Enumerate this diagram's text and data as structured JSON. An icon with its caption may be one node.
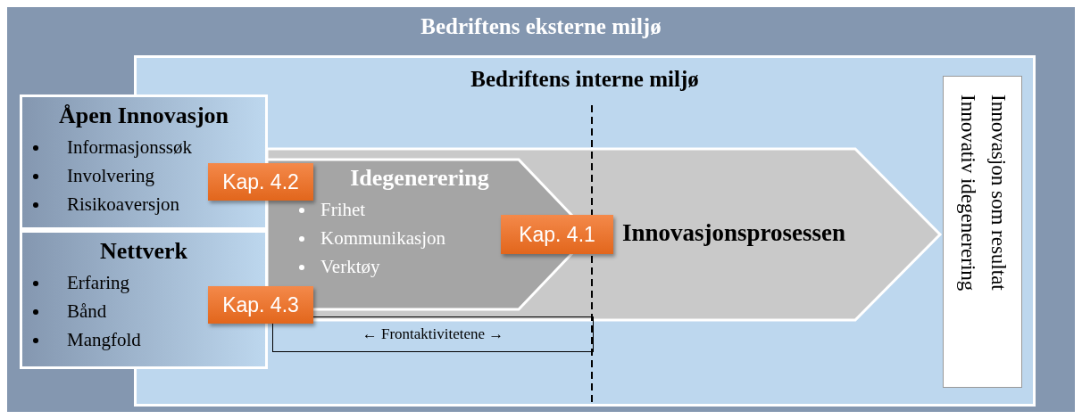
{
  "diagram": {
    "nodes": [
      {
        "text": [
          "Bedriftens eksterne miljø"
        ]
      },
      {
        "text": [
          "Bedriftens interne miljø"
        ],
        "in": 0
      },
      {
        "text": [
          "Åpen Innovasjon",
          "Informasjonssøk",
          "Involvering",
          "Risikoaversjon"
        ],
        "in": 0
      },
      {
        "text": [
          "Nettverk",
          "Erfaring",
          "Bånd",
          "Mangfold"
        ],
        "in": 0
      },
      {
        "text": [
          "Innovasjonsprosessen"
        ],
        "in": 1
      },
      {
        "text": [
          "Idegenerering",
          "Frihet",
          "Kommunikasjon",
          "Verktøy"
        ],
        "in": 4
      },
      {
        "text": [
          "Kap. 4.2"
        ],
        "in": 1
      },
      {
        "text": [
          "Kap. 4.1"
        ],
        "in": 4
      },
      {
        "text": [
          "Kap. 4.3"
        ],
        "in": 1
      },
      {
        "text": [
          "← Frontaktivitetene →"
        ],
        "in": 1
      },
      {
        "text": [
          "Innovasjon som resultat",
          "Innovativ idegenerering"
        ],
        "in": 1
      }
    ]
  }
}
